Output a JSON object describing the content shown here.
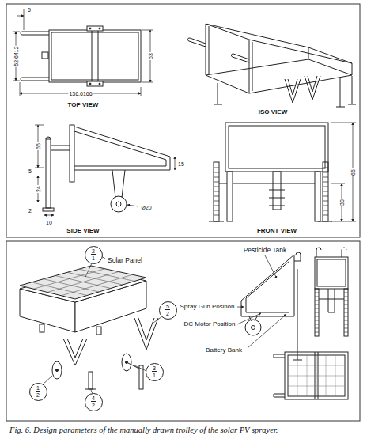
{
  "diagram": {
    "caption": "Fig. 6. Design parameters of the manually drawn trolley of the solar PV sprayer.",
    "nodes": [
      {
        "text": [
          "2",
          "1"
        ]
      },
      {
        "text": [
          "5",
          "2"
        ]
      },
      {
        "text": [
          "3",
          "1"
        ]
      },
      {
        "text": [
          "1",
          "2"
        ]
      },
      {
        "text": [
          "4",
          "2"
        ]
      }
    ],
    "labels": [
      "5",
      "52.6412",
      "63",
      "136.6166",
      "TOP VIEW",
      "ISO VIEW",
      "65",
      "5",
      "24",
      "15",
      "2",
      "10",
      "Ø20",
      "SIDE VIEW",
      "65",
      "30",
      "FRONT VIEW",
      "Solar Panel",
      "Pesticide Tank",
      "Spray Gun Position",
      "DC Motor Position",
      "Battery Bank"
    ]
  }
}
